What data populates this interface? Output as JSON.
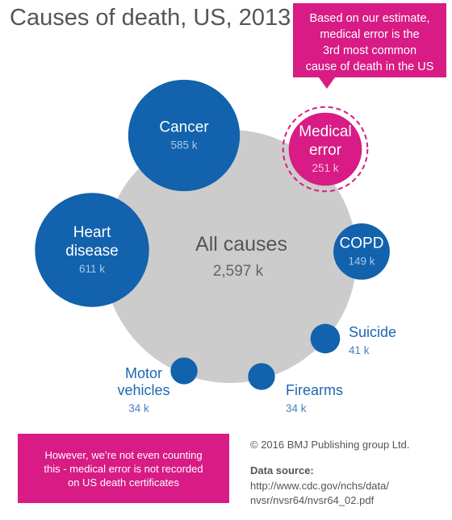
{
  "chart_data": {
    "type": "bubble",
    "title": "Causes of death, US, 2013",
    "unit": "k",
    "total": {
      "name": "All causes",
      "value": 2597,
      "display": "2,597 k"
    },
    "series": [
      {
        "name": "Heart disease",
        "label_lines": [
          "Heart",
          "disease"
        ],
        "value": 611,
        "display": "611 k",
        "highlight": false
      },
      {
        "name": "Cancer",
        "label_lines": [
          "Cancer"
        ],
        "value": 585,
        "display": "585 k",
        "highlight": false
      },
      {
        "name": "Medical error",
        "label_lines": [
          "Medical",
          "error"
        ],
        "value": 251,
        "display": "251 k",
        "highlight": true
      },
      {
        "name": "COPD",
        "label_lines": [
          "COPD"
        ],
        "value": 149,
        "display": "149 k",
        "highlight": false
      },
      {
        "name": "Suicide",
        "label_lines": [
          "Suicide"
        ],
        "value": 41,
        "display": "41 k",
        "highlight": false
      },
      {
        "name": "Firearms",
        "label_lines": [
          "Firearms"
        ],
        "value": 34,
        "display": "34 k",
        "highlight": false
      },
      {
        "name": "Motor vehicles",
        "label_lines": [
          "Motor",
          "vehicles"
        ],
        "value": 34,
        "display": "34 k",
        "highlight": false
      }
    ],
    "colors": {
      "total": "#cccccc",
      "cause": "#1262ad",
      "highlight": "#d81b85"
    }
  },
  "callout": {
    "lines": [
      "Based on our estimate,",
      "medical error is the",
      "3rd most common",
      "cause of death in the US"
    ]
  },
  "note": {
    "lines": [
      "However, we’re not even counting",
      "this - medical error is not recorded",
      "on US death certificates"
    ]
  },
  "footer": {
    "copyright": "© 2016 BMJ Publishing group Ltd.",
    "source_title": "Data source:",
    "source_lines": [
      "http://www.cdc.gov/nchs/data/",
      "nvsr/nvsr64/nvsr64_02.pdf"
    ]
  }
}
